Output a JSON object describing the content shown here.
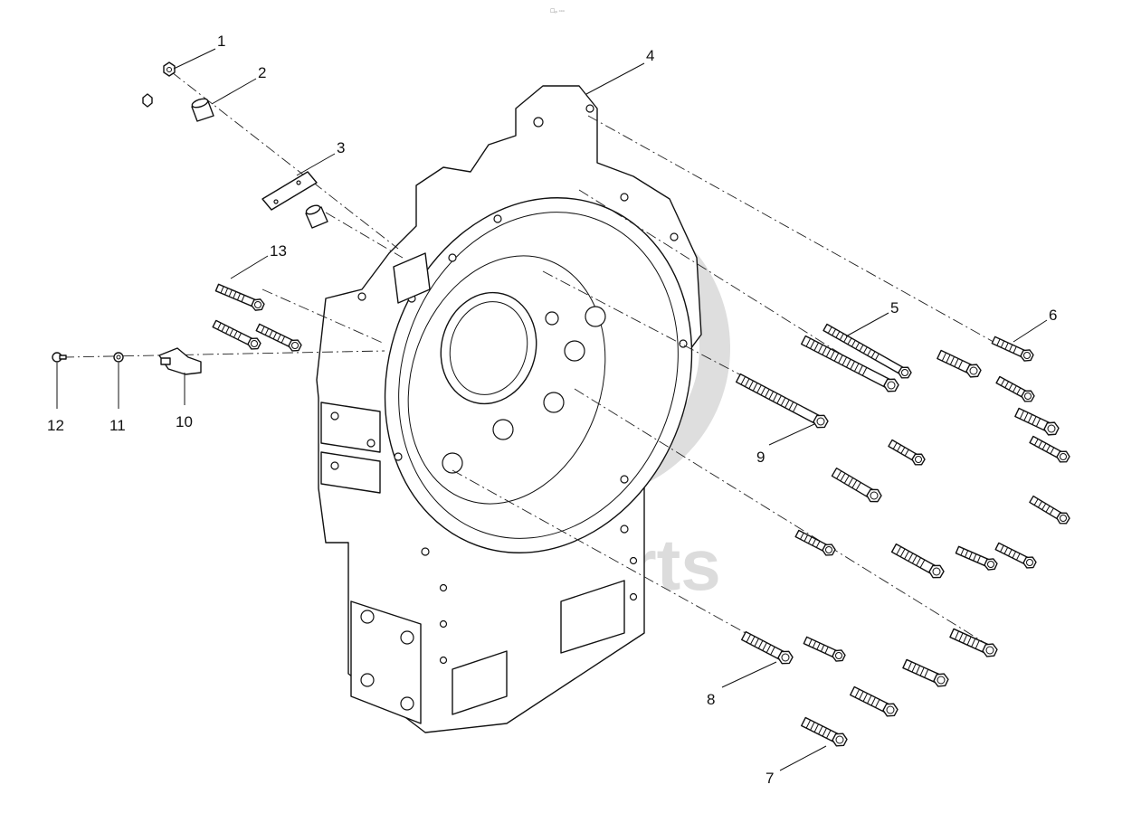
{
  "top_mark": "☐ₚ ▫▫▫",
  "watermark": {
    "text": "data-parts",
    "color": "#d9d9d9"
  },
  "callouts": [
    {
      "id": "1",
      "label": "1"
    },
    {
      "id": "2",
      "label": "2"
    },
    {
      "id": "3",
      "label": "3"
    },
    {
      "id": "4",
      "label": "4"
    },
    {
      "id": "5",
      "label": "5"
    },
    {
      "id": "6",
      "label": "6"
    },
    {
      "id": "7",
      "label": "7"
    },
    {
      "id": "8",
      "label": "8"
    },
    {
      "id": "9",
      "label": "9"
    },
    {
      "id": "10",
      "label": "10"
    },
    {
      "id": "11",
      "label": "11"
    },
    {
      "id": "12",
      "label": "12"
    },
    {
      "id": "13",
      "label": "13"
    }
  ]
}
